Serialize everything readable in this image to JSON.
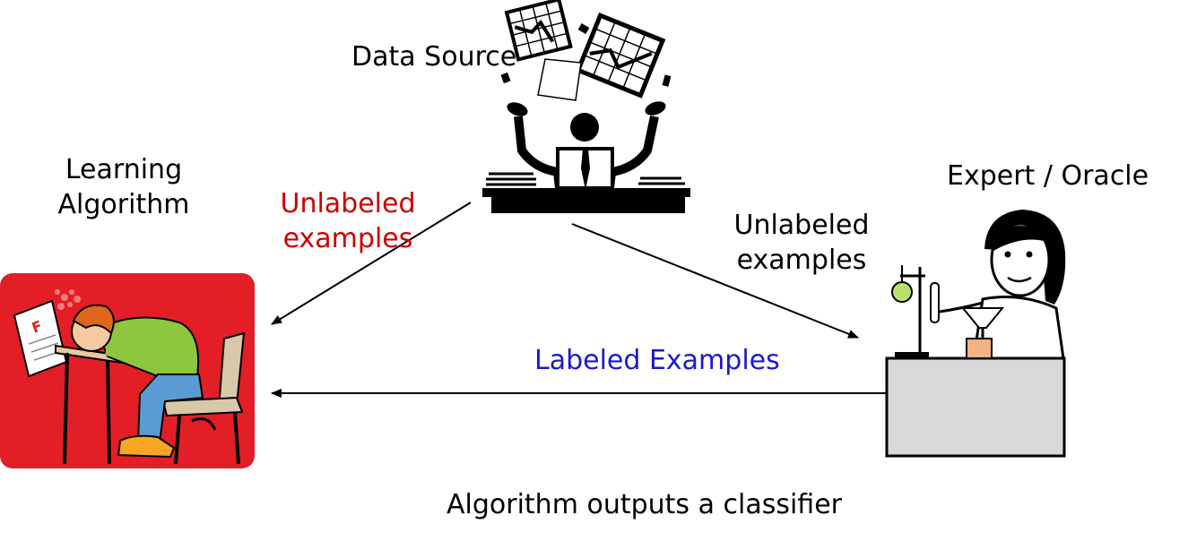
{
  "labels": {
    "data_source": "Data Source",
    "learning_algorithm_line1": "Learning",
    "learning_algorithm_line2": "Algorithm",
    "unlabeled_left_line1": "Unlabeled",
    "unlabeled_left_line2": "examples",
    "unlabeled_right_line1": "Unlabeled",
    "unlabeled_right_line2": "examples",
    "expert_oracle": "Expert / Oracle",
    "labeled_examples": "Labeled Examples",
    "classifier_output": "Algorithm outputs a classifier"
  },
  "colors": {
    "red_label": "#cc0000",
    "blue_label": "#1a1acc",
    "student_panel": "#e41e26",
    "lab_bench": "#d9d9d9"
  },
  "icons": {
    "data_source": "person-juggling-charts-icon",
    "learner": "sleeping-student-icon",
    "oracle": "scientist-lab-icon"
  }
}
